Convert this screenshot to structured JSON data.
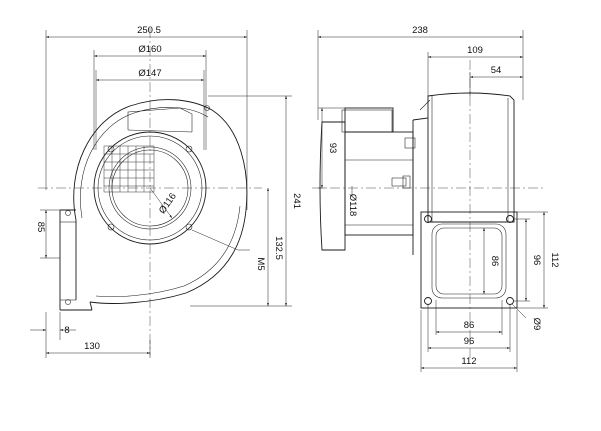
{
  "drawing": {
    "front_view": {
      "overall_width": "250.5",
      "inlet_diameter": "Ø160",
      "bolt_circle": "Ø147",
      "impeller_diameter": "Ø116",
      "thread": "M5",
      "overall_height": "241",
      "center_height": "132.5",
      "outlet_height": "85",
      "flange_thickness": "8",
      "outlet_offset": "130"
    },
    "side_view": {
      "overall_depth": "238",
      "body_depth": "109",
      "half_depth": "54",
      "motor_height": "93",
      "motor_diameter": "Ø118"
    },
    "outlet_flange": {
      "opening_height": "86",
      "hole_spacing_vertical": "96",
      "flange_height": "112",
      "opening_width": "86",
      "hole_spacing_horizontal": "96",
      "flange_width": "112",
      "hole_diameter": "Ø9"
    }
  }
}
